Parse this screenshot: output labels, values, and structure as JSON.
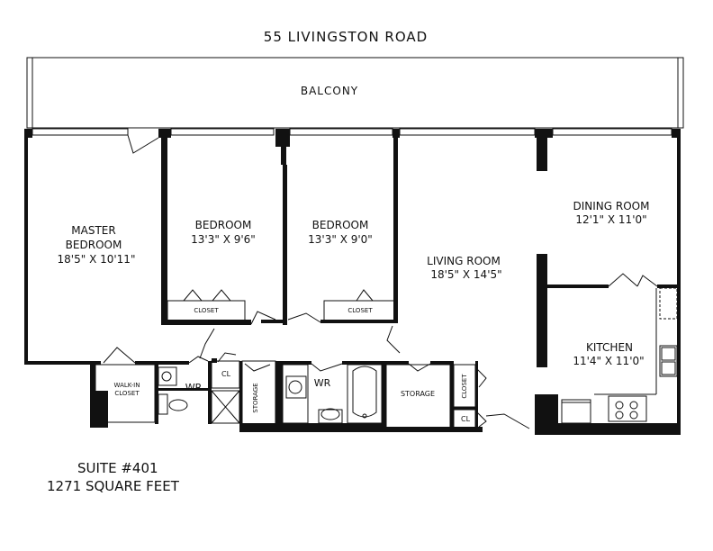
{
  "plan": {
    "address": "55 LIVINGSTON ROAD",
    "balcony": "BALCONY",
    "rooms": {
      "master_bedroom_line1": "MASTER",
      "master_bedroom_line2": "BEDROOM",
      "master_bedroom_dims": "18'5\" X 10'11\"",
      "bedroom2_name": "BEDROOM",
      "bedroom2_dims": "13'3\" X 9'6\"",
      "bedroom3_name": "BEDROOM",
      "bedroom3_dims": "13'3\" X 9'0\"",
      "living_room_name": "LIVING ROOM",
      "living_room_dims": "18'5\" X 14'5\"",
      "dining_room_name": "DINING ROOM",
      "dining_room_dims": "12'1\" X 11'0\"",
      "kitchen_name": "KITCHEN",
      "kitchen_dims": "11'4\" X 11'0\""
    },
    "small_labels": {
      "closet_bedroom2": "CLOSET",
      "closet_bedroom3": "CLOSET",
      "walk_in_line1": "WALK-IN",
      "walk_in_line2": "CLOSET",
      "wr1": "WR",
      "wr2": "WR",
      "cl_hall": "CL",
      "storage_hall": "STORAGE",
      "storage_main": "STORAGE",
      "closet_vertical": "CLOSET",
      "cl_entry": "CL"
    },
    "suite": "SUITE #401",
    "area": "1271 SQUARE FEET"
  },
  "colors": {
    "ink": "#111111",
    "background": "#ffffff"
  }
}
